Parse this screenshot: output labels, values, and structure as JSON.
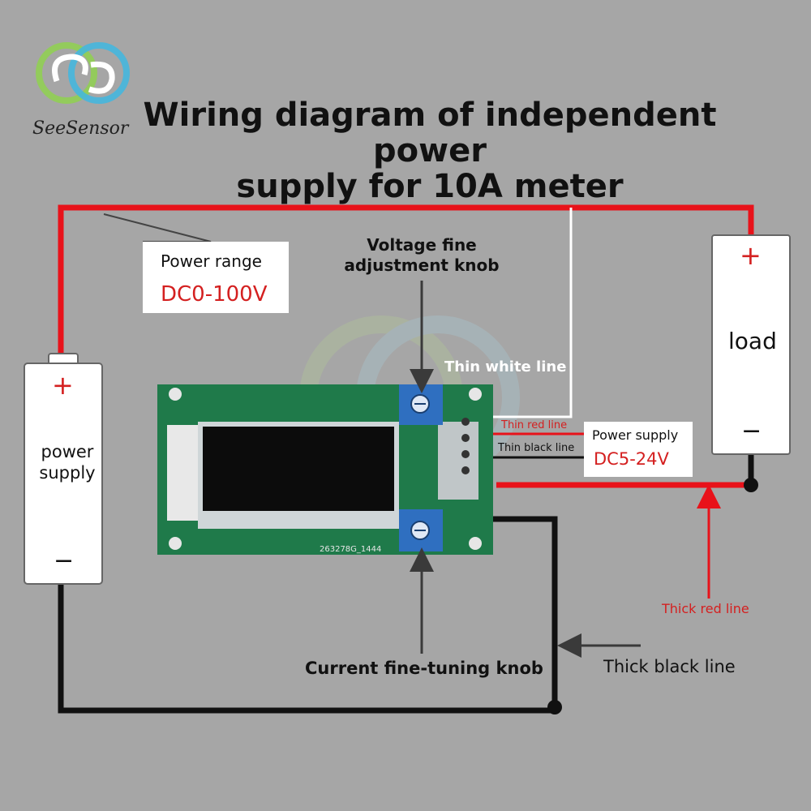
{
  "brand": {
    "name": "SeeSensor"
  },
  "title": {
    "line1": "Wiring diagram of independent power",
    "line2": "supply for 10A meter"
  },
  "power_range_box": {
    "label": "Power range",
    "value": "DC0-100V"
  },
  "power_supply_battery": {
    "plus": "+",
    "label_line1": "power",
    "label_line2": "supply",
    "minus": "−"
  },
  "load": {
    "plus": "+",
    "label": "load",
    "minus": "−"
  },
  "voltage_knob_label": {
    "line1": "Voltage fine",
    "line2": "adjustment knob"
  },
  "thin_white_line": "Thin white line",
  "thin_red_line": "Thin red line",
  "thin_black_line": "Thin black line",
  "aux_power_box": {
    "label": "Power supply",
    "value": "DC5-24V"
  },
  "thick_red_line": "Thick red line",
  "current_knob_label": "Current fine-tuning knob",
  "thick_black_line": "Thick black line",
  "board_code": "263278G_1444",
  "colors": {
    "background": "#a6a6a6",
    "red_wire": "#e8121a",
    "black_wire": "#111111",
    "pcb": "#1f7a4a",
    "knob": "#2f6fc0",
    "accent_red": "#d42020"
  }
}
